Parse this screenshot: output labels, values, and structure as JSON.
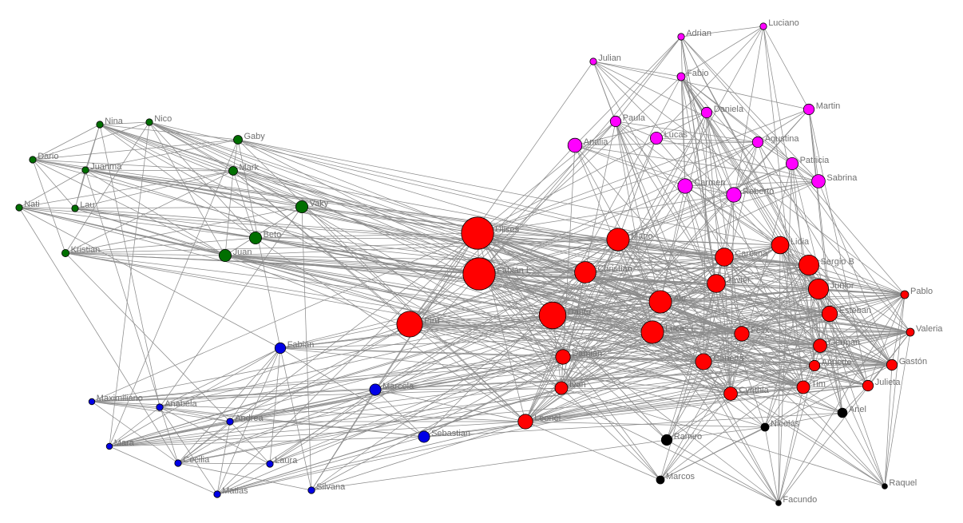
{
  "colors": {
    "group_green": "#006f00",
    "group_blue": "#0000e6",
    "group_red": "#ff0000",
    "group_magenta": "#ff00ff",
    "group_black": "#000000",
    "edge": "#8c8c8c",
    "label": "#707070"
  },
  "nodes": [
    {
      "id": "Luciano",
      "label": "Luciano",
      "group": "magenta",
      "size": 1
    },
    {
      "id": "Adrian",
      "label": "Adrian",
      "group": "magenta",
      "size": 1
    },
    {
      "id": "Julian",
      "label": "Julian",
      "group": "magenta",
      "size": 1
    },
    {
      "id": "Fabio",
      "label": "Fabio",
      "group": "magenta",
      "size": 1.2
    },
    {
      "id": "Martin",
      "label": "Martin",
      "group": "magenta",
      "size": 1.6
    },
    {
      "id": "Daniela",
      "label": "Daniela",
      "group": "magenta",
      "size": 1.6
    },
    {
      "id": "Paula",
      "label": "Paula",
      "group": "magenta",
      "size": 1.6
    },
    {
      "id": "Lucas",
      "label": "Lucas",
      "group": "magenta",
      "size": 1.8
    },
    {
      "id": "Analia",
      "label": "Analia",
      "group": "magenta",
      "size": 2.1
    },
    {
      "id": "Agustina",
      "label": "Agustina",
      "group": "magenta",
      "size": 1.6
    },
    {
      "id": "Patricia",
      "label": "Patricia",
      "group": "magenta",
      "size": 1.8
    },
    {
      "id": "Sabrina",
      "label": "Sabrina",
      "group": "magenta",
      "size": 2
    },
    {
      "id": "Carmen",
      "label": "Carmen",
      "group": "magenta",
      "size": 2.2
    },
    {
      "id": "Roberto",
      "label": "Roberto",
      "group": "magenta",
      "size": 2.2
    },
    {
      "id": "Nina",
      "label": "Nina",
      "group": "green",
      "size": 1
    },
    {
      "id": "Nico",
      "label": "Nico",
      "group": "green",
      "size": 1
    },
    {
      "id": "Gaby",
      "label": "Gaby",
      "group": "green",
      "size": 1.3
    },
    {
      "id": "Dario",
      "label": "Dario",
      "group": "green",
      "size": 1
    },
    {
      "id": "Juanma",
      "label": "Juanma",
      "group": "green",
      "size": 1
    },
    {
      "id": "Mark",
      "label": "Mark",
      "group": "green",
      "size": 1.3
    },
    {
      "id": "Nati",
      "label": "Nati",
      "group": "green",
      "size": 1
    },
    {
      "id": "Lau",
      "label": "Lau",
      "group": "green",
      "size": 1
    },
    {
      "id": "Vaky",
      "label": "Vaky",
      "group": "green",
      "size": 1.8
    },
    {
      "id": "Beto",
      "label": "Beto",
      "group": "green",
      "size": 1.8
    },
    {
      "id": "Kristian",
      "label": "Kristian",
      "group": "green",
      "size": 1.1
    },
    {
      "id": "Juan",
      "label": "Juan",
      "group": "green",
      "size": 1.8
    },
    {
      "id": "Ulises",
      "label": "Ulises",
      "group": "red",
      "size": 6
    },
    {
      "id": "FabianL",
      "label": "Fabián L",
      "group": "red",
      "size": 6
    },
    {
      "id": "Mario",
      "label": "Mario",
      "group": "red",
      "size": 4.2
    },
    {
      "id": "Christian",
      "label": "Christian",
      "group": "red",
      "size": 4
    },
    {
      "id": "Piru",
      "label": "Piru",
      "group": "red",
      "size": 4.8
    },
    {
      "id": "Dante",
      "label": "Dante",
      "group": "red",
      "size": 5
    },
    {
      "id": "Ale",
      "label": "Ale",
      "group": "red",
      "size": 4.2
    },
    {
      "id": "LucasL",
      "label": "Lucas L",
      "group": "red",
      "size": 4.2
    },
    {
      "id": "Lidia",
      "label": "Lidia",
      "group": "red",
      "size": 2.6
    },
    {
      "id": "Carolina",
      "label": "Carolina",
      "group": "red",
      "size": 2.7
    },
    {
      "id": "SergioB",
      "label": "Sergio B",
      "group": "red",
      "size": 3
    },
    {
      "id": "Javier",
      "label": "Javier",
      "group": "red",
      "size": 2.7
    },
    {
      "id": "Junior",
      "label": "Junior",
      "group": "red",
      "size": 3
    },
    {
      "id": "Pablo",
      "label": "Pablo",
      "group": "red",
      "size": 1.2
    },
    {
      "id": "Esteban",
      "label": "Esteban",
      "group": "red",
      "size": 2.3
    },
    {
      "id": "Valeria",
      "label": "Valeria",
      "group": "red",
      "size": 1.2
    },
    {
      "id": "Felix",
      "label": "Félix",
      "group": "red",
      "size": 2.2
    },
    {
      "id": "German",
      "label": "German",
      "group": "red",
      "size": 2
    },
    {
      "id": "Damian",
      "label": "Damian",
      "group": "red",
      "size": 2.2
    },
    {
      "id": "Gimena",
      "label": "Gimena",
      "group": "red",
      "size": 2.4
    },
    {
      "id": "Annette",
      "label": "Annette",
      "group": "red",
      "size": 1.6
    },
    {
      "id": "Gaston",
      "label": "Gastón",
      "group": "red",
      "size": 1.6
    },
    {
      "id": "Ivan",
      "label": "Ivan",
      "group": "red",
      "size": 1.9
    },
    {
      "id": "Cynthia",
      "label": "Cynthia",
      "group": "red",
      "size": 2
    },
    {
      "id": "Tim",
      "label": "Tim",
      "group": "red",
      "size": 1.9
    },
    {
      "id": "Julieta",
      "label": "Julieta",
      "group": "red",
      "size": 1.6
    },
    {
      "id": "Leonel",
      "label": "Leonel",
      "group": "red",
      "size": 2.2
    },
    {
      "id": "Fabian",
      "label": "Fabián",
      "group": "blue",
      "size": 1.6
    },
    {
      "id": "Marcela",
      "label": "Marcela",
      "group": "blue",
      "size": 1.7
    },
    {
      "id": "Maximiliano",
      "label": "Maximiliano",
      "group": "blue",
      "size": 0.9
    },
    {
      "id": "Anabela",
      "label": "Anabela",
      "group": "blue",
      "size": 1
    },
    {
      "id": "Andrea",
      "label": "Andrea",
      "group": "blue",
      "size": 1
    },
    {
      "id": "Sebastian",
      "label": "Sebastian",
      "group": "blue",
      "size": 1.7
    },
    {
      "id": "Mara",
      "label": "Mara",
      "group": "blue",
      "size": 0.9
    },
    {
      "id": "Cecilia",
      "label": "Cecilia",
      "group": "blue",
      "size": 1
    },
    {
      "id": "Laura",
      "label": "Laura",
      "group": "blue",
      "size": 1
    },
    {
      "id": "Matias",
      "label": "Matias",
      "group": "blue",
      "size": 1
    },
    {
      "id": "Silvana",
      "label": "Silvana",
      "group": "blue",
      "size": 1
    },
    {
      "id": "Ariel",
      "label": "Ariel",
      "group": "black",
      "size": 1.4
    },
    {
      "id": "Nicolas",
      "label": "Nicolás",
      "group": "black",
      "size": 1.2
    },
    {
      "id": "Ramiro",
      "label": "Ramiro",
      "group": "black",
      "size": 1.6
    },
    {
      "id": "Marcos",
      "label": "Marcos",
      "group": "black",
      "size": 1.2
    },
    {
      "id": "Raquel",
      "label": "Raquel",
      "group": "black",
      "size": 0.8
    },
    {
      "id": "Facundo",
      "label": "Facundo",
      "group": "black",
      "size": 0.8
    }
  ]
}
